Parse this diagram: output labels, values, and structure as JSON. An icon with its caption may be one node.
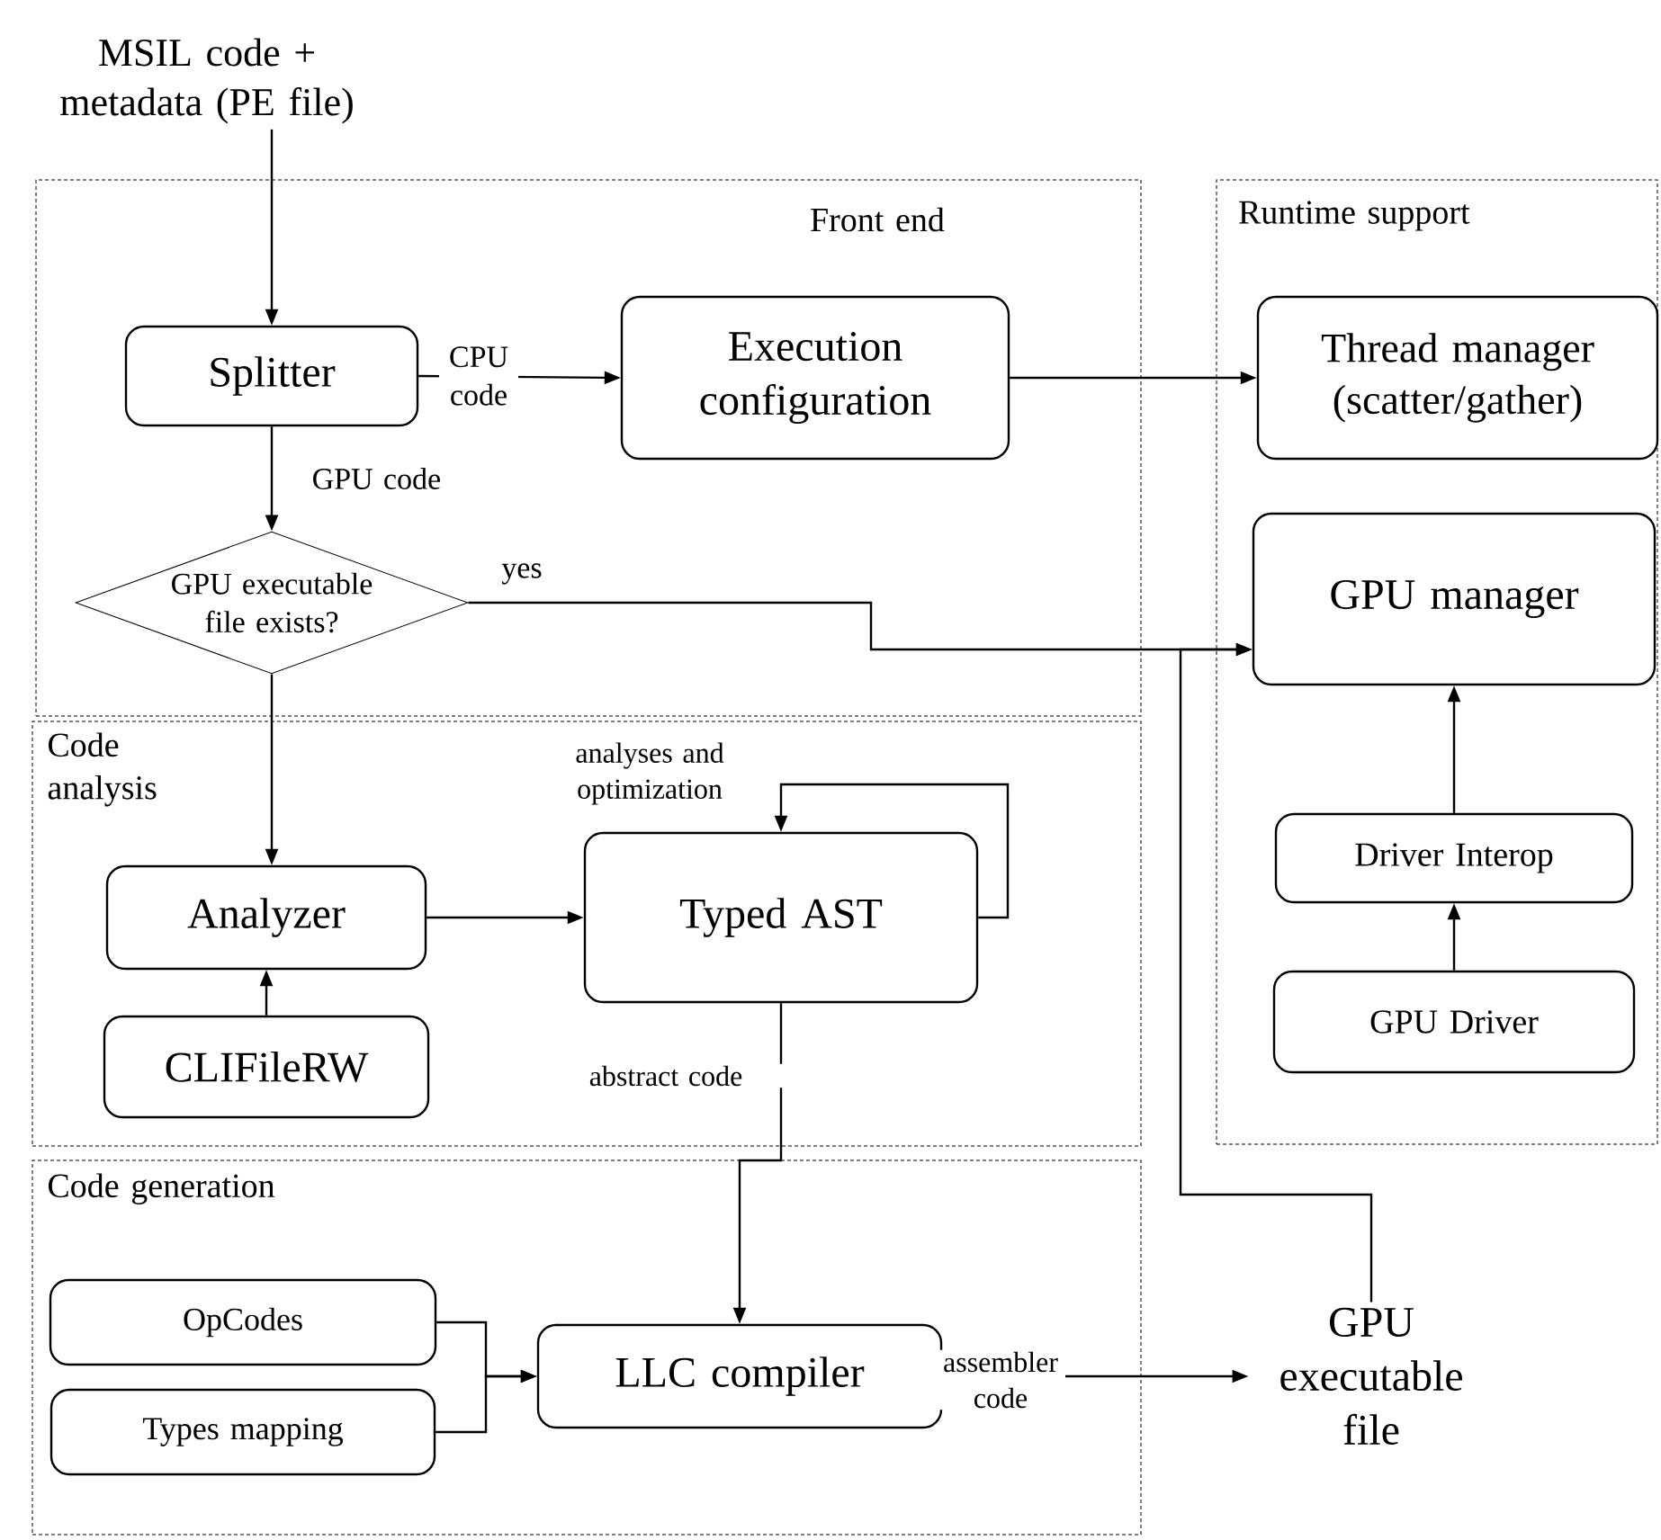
{
  "diagram": {
    "nodes": [
      {
        "text": [
          "Front end"
        ]
      },
      {
        "text": [
          "Runtime support"
        ]
      },
      {
        "text": [
          "Code analysis"
        ]
      },
      {
        "text": [
          "Code generation"
        ]
      },
      {
        "text": [
          "MSIL code + metadata (PE file)"
        ]
      },
      {
        "text": [
          "Splitter"
        ],
        "in": 0
      },
      {
        "text": [
          "Execution configuration"
        ],
        "in": 0
      },
      {
        "text": [
          "GPU executable file exists?"
        ],
        "in": 0
      },
      {
        "text": [
          "Thread manager (scatter/gather)"
        ],
        "in": 1
      },
      {
        "text": [
          "GPU manager"
        ],
        "in": 1
      },
      {
        "text": [
          "Driver Interop"
        ],
        "in": 1
      },
      {
        "text": [
          "GPU Driver"
        ],
        "in": 1
      },
      {
        "text": [
          "Analyzer"
        ],
        "in": 2
      },
      {
        "text": [
          "Typed AST"
        ],
        "in": 2
      },
      {
        "text": [
          "CLIFileRW"
        ],
        "in": 2
      },
      {
        "text": [
          "OpCodes"
        ],
        "in": 3
      },
      {
        "text": [
          "Types mapping"
        ],
        "in": 3
      },
      {
        "text": [
          "LLC compiler"
        ],
        "in": 3
      },
      {
        "text": [
          "GPU executable file"
        ]
      }
    ],
    "edges": [
      {
        "from": 4,
        "to": 5,
        "arrow": "to"
      },
      {
        "from": 5,
        "to": 6,
        "arrow": "to",
        "label": "CPU code"
      },
      {
        "from": 5,
        "to": 7,
        "arrow": "to",
        "label": "GPU code"
      },
      {
        "from": 6,
        "to": 8,
        "arrow": "to"
      },
      {
        "from": 7,
        "to": 9,
        "arrow": "to",
        "label": "yes"
      },
      {
        "from": 18,
        "to": 9,
        "arrow": "to"
      },
      {
        "from": 7,
        "to": 12,
        "arrow": "to"
      },
      {
        "from": 12,
        "to": 13,
        "arrow": "to"
      },
      {
        "from": 13,
        "to": 13,
        "arrow": "to",
        "label": "analyses and optimization"
      },
      {
        "from": 14,
        "to": 12,
        "arrow": "to"
      },
      {
        "from": 11,
        "to": 10,
        "arrow": "to"
      },
      {
        "from": 10,
        "to": 9,
        "arrow": "to"
      },
      {
        "from": 13,
        "to": 17,
        "arrow": "to",
        "label": "abstract code"
      },
      {
        "from": 15,
        "to": 17,
        "arrow": "to"
      },
      {
        "from": 16,
        "to": 17,
        "arrow": "to"
      },
      {
        "from": 17,
        "to": 18,
        "arrow": "to",
        "label": "assembler code"
      }
    ]
  }
}
